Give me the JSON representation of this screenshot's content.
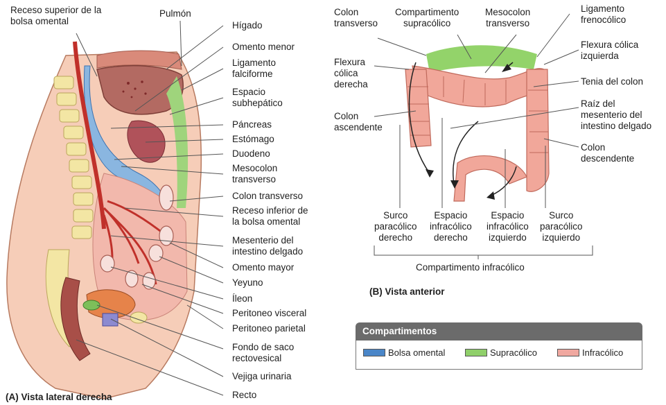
{
  "panel_a": {
    "caption": "(A) Vista lateral derecha",
    "labels": {
      "receso_superior": "Receso superior de la\nbolsa omental",
      "pulmon": "Pulmón",
      "higado": "Hígado",
      "omento_menor": "Omento menor",
      "ligamento_falciforme": "Ligamento\nfalciforme",
      "espacio_subhepatico": "Espacio\nsubhepático",
      "pancreas": "Páncreas",
      "estomago": "Estómago",
      "duodeno": "Duodeno",
      "mesocolon_transverso": "Mesocolon\ntransverso",
      "colon_transverso": "Colon transverso",
      "receso_inferior": "Receso inferior de\nla bolsa omental",
      "mesenterio": "Mesenterio del\nintestino delgado",
      "omento_mayor": "Omento mayor",
      "yeyuno": "Yeyuno",
      "ileon": "Íleon",
      "peritoneo_visceral": "Peritoneo visceral",
      "peritoneo_parietal": "Peritoneo parietal",
      "fondo_saco": "Fondo de saco\nrectovesical",
      "vejiga": "Vejiga urinaria",
      "recto": "Recto"
    }
  },
  "panel_b": {
    "caption": "(B) Vista anterior",
    "labels": {
      "colon_transverso": "Colon\ntransverso",
      "compartimento_supracolico": "Compartimento\nsupracólico",
      "mesocolon_transverso": "Mesocolon\ntransverso",
      "ligamento_frenocolico": "Ligamento\nfrenocólico",
      "flexura_derecha": "Flexura\ncólica\nderecha",
      "flexura_izquierda": "Flexura cólica\nizquierda",
      "tenia": "Tenia del colon",
      "colon_ascendente": "Colon\nascendente",
      "raiz_mesenterio": "Raíz del\nmesenterio del\nintestino delgado",
      "colon_descendente": "Colon\ndescendente",
      "surco_derecho": "Surco\nparacólico\nderecho",
      "espacio_derecho": "Espacio\ninfracólico\nderecho",
      "espacio_izquierdo": "Espacio\ninfracólico\nizquierdo",
      "surco_izquierdo": "Surco\nparacólico\nizquierdo",
      "compartimento_infracolico": "Compartimento infracólico"
    }
  },
  "legend": {
    "title": "Compartimentos",
    "items": [
      {
        "label": "Bolsa omental",
        "color": "#4a86c8"
      },
      {
        "label": "Supracólico",
        "color": "#8fcf6a"
      },
      {
        "label": "Infracólico",
        "color": "#f0a8a0"
      }
    ]
  }
}
